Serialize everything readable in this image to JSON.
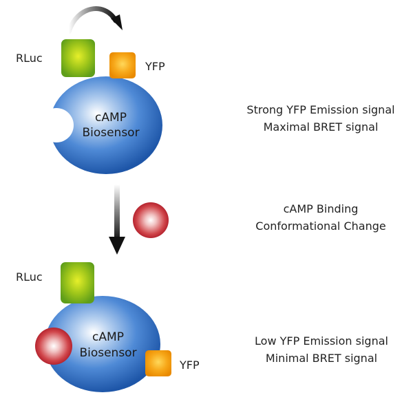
{
  "top_state": {
    "rluc_label": "RLuc",
    "yfp_label": "YFP",
    "biosensor_line1": "cAMP",
    "biosensor_line2": "Biosensor",
    "caption_line1": "Strong YFP Emission signal",
    "caption_line2": "Maximal BRET signal"
  },
  "transition": {
    "caption_line1": "cAMP Binding",
    "caption_line2": "Conformational Change"
  },
  "bottom_state": {
    "rluc_label": "RLuc",
    "yfp_label": "YFP",
    "biosensor_line1": "cAMP",
    "biosensor_line2": "Biosensor",
    "caption_line1": "Low YFP Emission signal",
    "caption_line2": "Minimal BRET signal"
  },
  "colors": {
    "biosensor_blue": "#2f6fc2",
    "rluc_green": "#7ab51d",
    "yfp_orange": "#f39200",
    "camp_red": "#c1272d"
  },
  "icons": {
    "energy_transfer_arrow": "curved-arrow-icon",
    "transition_arrow": "down-arrow-icon"
  }
}
